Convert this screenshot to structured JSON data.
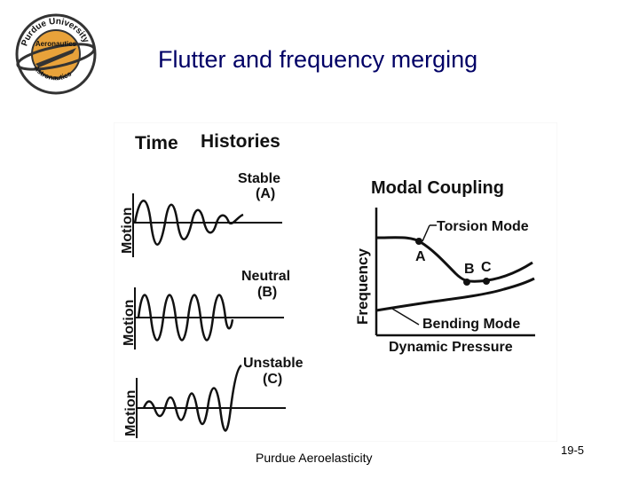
{
  "slide": {
    "title": "Flutter and frequency merging",
    "footer": "Purdue Aeroelasticity",
    "page_number": "19-5"
  },
  "logo": {
    "top_text": "Purdue University",
    "middle_text": "Aeronautics",
    "bottom_text": "Astronautics"
  },
  "time_histories": {
    "heading_word1": "Time",
    "heading_word2": "Histories",
    "axis_label": "Motion",
    "cases": [
      {
        "name": "Stable",
        "tag": "(A)"
      },
      {
        "name": "Neutral",
        "tag": "(B)"
      },
      {
        "name": "Unstable",
        "tag": "(C)"
      }
    ]
  },
  "modal_coupling": {
    "heading": "Modal  Coupling",
    "y_axis_label": "Frequency",
    "x_axis_label": "Dynamic  Pressure",
    "torsion_label": "Torsion Mode",
    "bending_label": "Bending Mode",
    "points": [
      "A",
      "B",
      "C"
    ]
  },
  "colors": {
    "title": "#000066",
    "ink": "#111111",
    "logo_orange": "#e8a23a",
    "logo_dark": "#333333"
  }
}
